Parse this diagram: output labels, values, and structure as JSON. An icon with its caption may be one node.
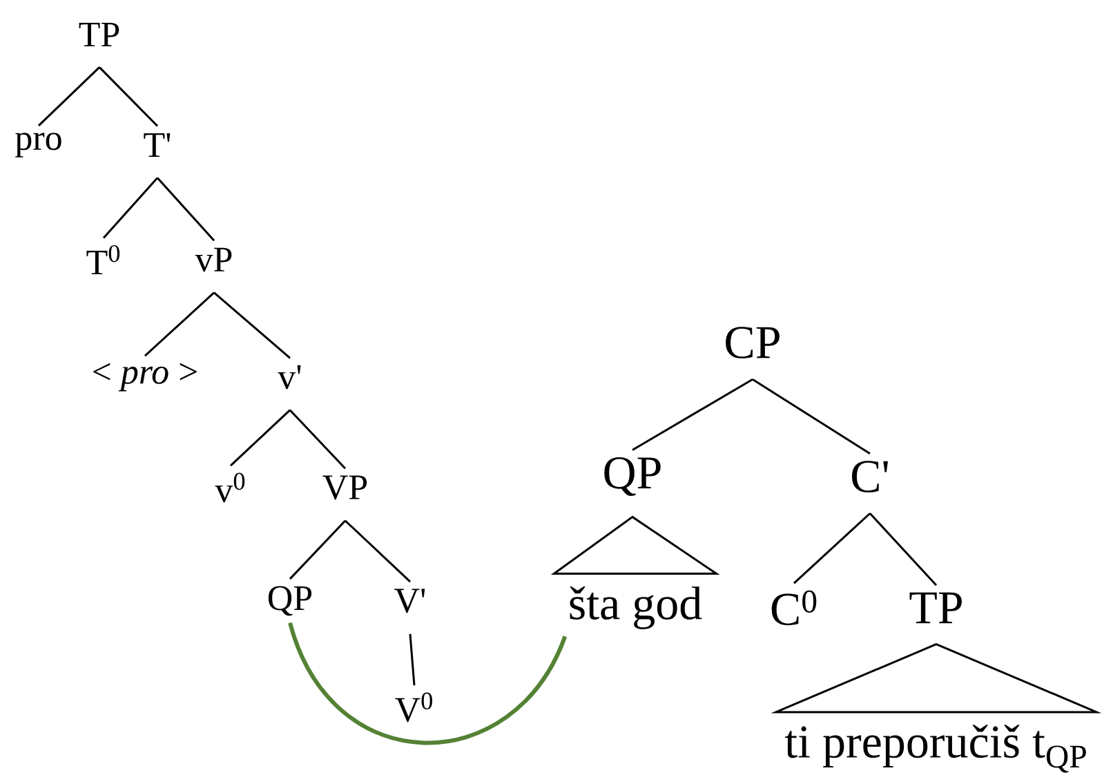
{
  "diagram": {
    "nodes": [
      {
        "text": [
          "TP"
        ]
      },
      {
        "text": [
          "pro"
        ]
      },
      {
        "text": [
          "T'"
        ]
      },
      {
        "text": [
          "T$^{0}$"
        ]
      },
      {
        "text": [
          "vP"
        ]
      },
      {
        "text": [
          "< *pro* >"
        ]
      },
      {
        "text": [
          "v'"
        ]
      },
      {
        "text": [
          "v$^{0}$"
        ]
      },
      {
        "text": [
          "VP"
        ]
      },
      {
        "text": [
          "QP"
        ]
      },
      {
        "text": [
          "V'"
        ]
      },
      {
        "text": [
          "V$^{0}$"
        ]
      },
      {
        "text": [
          "CP"
        ]
      },
      {
        "text": [
          "QP"
        ]
      },
      {
        "text": [
          "C'"
        ]
      },
      {
        "text": [
          "šta god"
        ]
      },
      {
        "text": [
          "C$^{0}$"
        ]
      },
      {
        "text": [
          "TP"
        ]
      },
      {
        "text": [
          "ti preporučiš t$_{QP}$"
        ]
      }
    ],
    "edges": [
      {
        "from": 0,
        "to": 1,
        "arrow": "none"
      },
      {
        "from": 0,
        "to": 2,
        "arrow": "none"
      },
      {
        "from": 2,
        "to": 3,
        "arrow": "none"
      },
      {
        "from": 2,
        "to": 4,
        "arrow": "none"
      },
      {
        "from": 4,
        "to": 5,
        "arrow": "none"
      },
      {
        "from": 4,
        "to": 6,
        "arrow": "none"
      },
      {
        "from": 6,
        "to": 7,
        "arrow": "none"
      },
      {
        "from": 6,
        "to": 8,
        "arrow": "none"
      },
      {
        "from": 8,
        "to": 9,
        "arrow": "none"
      },
      {
        "from": 8,
        "to": 10,
        "arrow": "none"
      },
      {
        "from": 10,
        "to": 11,
        "arrow": "none"
      },
      {
        "from": 12,
        "to": 13,
        "arrow": "none"
      },
      {
        "from": 12,
        "to": 14,
        "arrow": "none"
      },
      {
        "from": 13,
        "to": 15,
        "arrow": "none"
      },
      {
        "from": 14,
        "to": 16,
        "arrow": "none"
      },
      {
        "from": 14,
        "to": 17,
        "arrow": "none"
      },
      {
        "from": 17,
        "to": 18,
        "arrow": "none"
      },
      {
        "from": 9,
        "to": 15,
        "arrow": "none",
        "style": "thick",
        "color": "#548235"
      }
    ]
  }
}
